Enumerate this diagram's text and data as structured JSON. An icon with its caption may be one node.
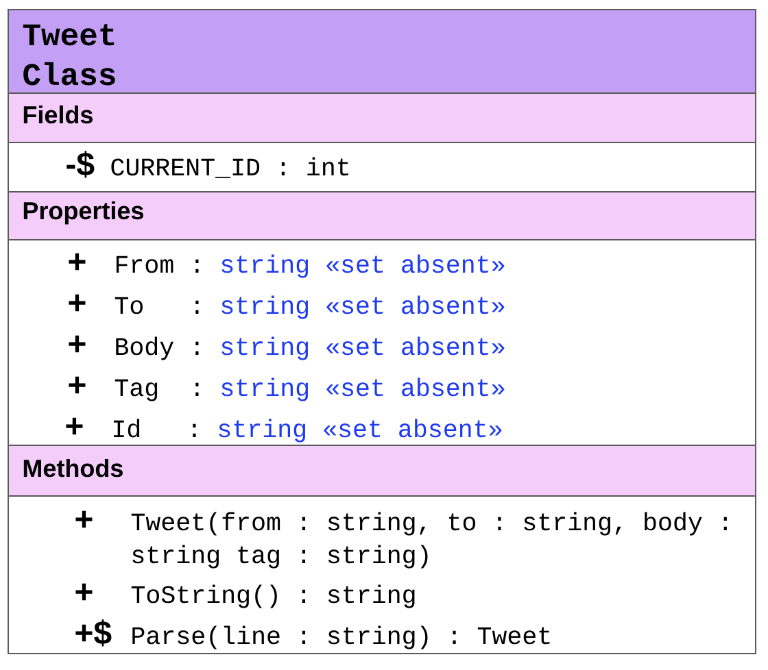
{
  "diagram": {
    "nodes": [
      {
        "text": [
          "Tweet Class"
        ]
      },
      {
        "text": [
          "Fields"
        ],
        "in": 0
      },
      {
        "text": [
          "-$",
          "CURRENT_ID : int"
        ],
        "in": 0
      },
      {
        "text": [
          "Properties"
        ],
        "in": 0
      },
      {
        "text": [
          "+",
          "From",
          ":",
          "string «set absent»",
          "+",
          "To",
          ":",
          "string «set absent»",
          "+",
          "Body",
          ":",
          "string «set absent»",
          "+",
          "Tag",
          ":",
          "string «set absent»",
          "+",
          "Id",
          ":",
          "string «set absent»"
        ],
        "in": 0
      },
      {
        "text": [
          "Methods"
        ],
        "in": 0
      },
      {
        "text": [
          "+",
          "Tweet(from : string, to : string, body : string tag : string)",
          "+",
          "ToString() : string",
          "+$",
          "Parse(line : string) : Tweet"
        ],
        "in": 0
      }
    ]
  }
}
